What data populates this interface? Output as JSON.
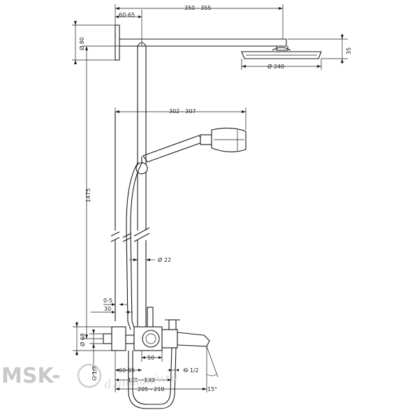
{
  "dimensions": {
    "arm_length": "350 - 355",
    "wall_offset_top": "60-65",
    "flange_diameter": "Ø 80",
    "head_height": "35",
    "head_diameter": "Ø 240",
    "hand_shower_reach": "302 - 307",
    "total_height": "1475",
    "rod_diameter": "Ø 22",
    "gap_range": "0-5",
    "gap_30": "30",
    "mixer_diameter": "Ø 68",
    "thread_left": "G 1/2",
    "spout_offset": "50",
    "bottom_offset": "60-65",
    "connection": "G 1/2",
    "width_a": "125 - 130",
    "width_b": "205 - 210",
    "angle": "15°"
  },
  "watermark": {
    "brand": "MSK-",
    "script": "d.anmaniv.ru"
  }
}
